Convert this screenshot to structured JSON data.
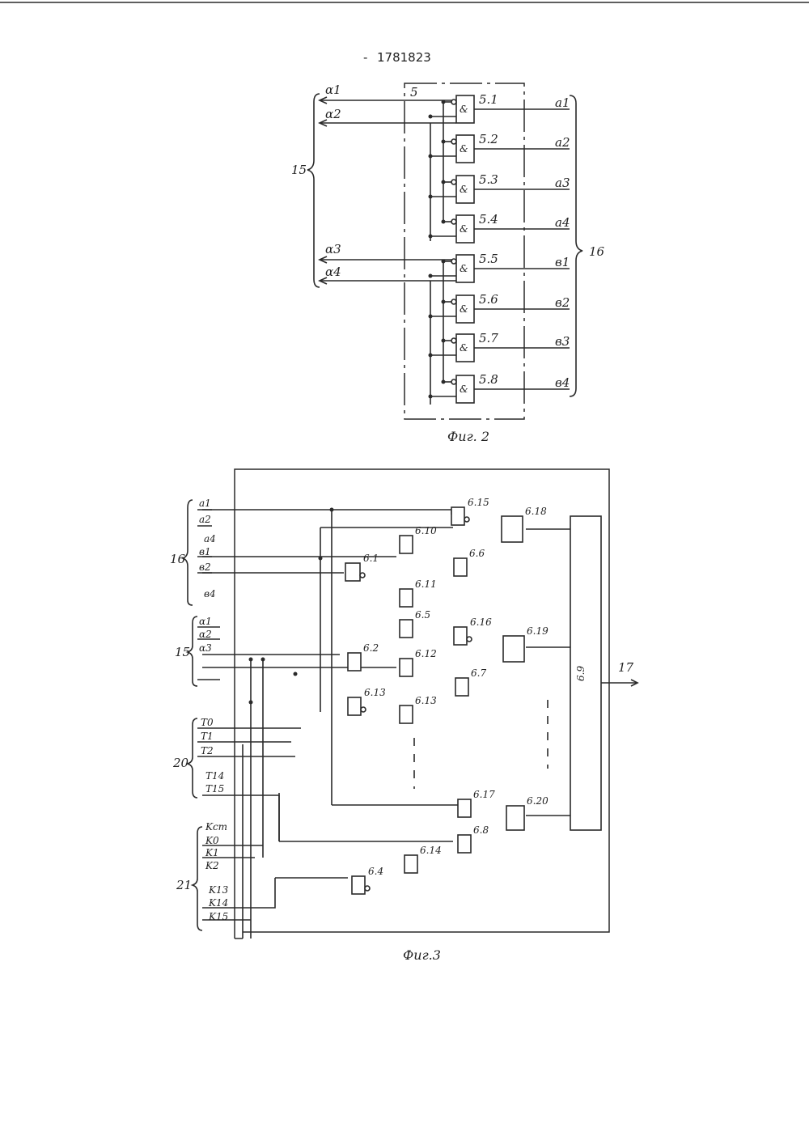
{
  "patent_number": "1781823",
  "patent_number_dash": "-",
  "fig2": {
    "caption": "Фиг. 2",
    "block_label": "5",
    "bus_15": "15",
    "bus_16": "16",
    "outputs_left": [
      "α1",
      "α2",
      "α3",
      "α4"
    ],
    "gates": [
      "5.1",
      "5.2",
      "5.3",
      "5.4",
      "5.5",
      "5.6",
      "5.7",
      "5.8"
    ],
    "gate_symbol": "&",
    "inputs_right": [
      "a1",
      "a2",
      "a3",
      "a4",
      "в1",
      "в2",
      "в3",
      "в4"
    ]
  },
  "fig3": {
    "caption": "Фиг.3",
    "bus_16": {
      "label": "16",
      "lines": [
        "a1",
        "a2",
        "a4",
        "в1",
        "в2",
        "в4"
      ]
    },
    "bus_15": {
      "label": "15",
      "lines": [
        "α1",
        "α2",
        "α3"
      ]
    },
    "bus_20": {
      "label": "20",
      "lines": [
        "T0",
        "T1",
        "T2",
        "T14",
        "T15"
      ]
    },
    "bus_21": {
      "label": "21",
      "lines": [
        "Kст",
        "K0",
        "K1",
        "K2",
        "K13",
        "K14",
        "K15"
      ]
    },
    "gates": [
      "6.1",
      "6.2",
      "6.4",
      "6.5",
      "6.6",
      "6.7",
      "6.8",
      "6.10",
      "6.11",
      "6.12",
      "6.13",
      "6.13",
      "6.14",
      "6.15",
      "6.16",
      "6.17",
      "6.18",
      "6.19",
      "6.20"
    ],
    "block_69": "6.9",
    "output": "17"
  },
  "colors": {
    "ink": "#2a2a2a",
    "paper": "#ffffff"
  }
}
